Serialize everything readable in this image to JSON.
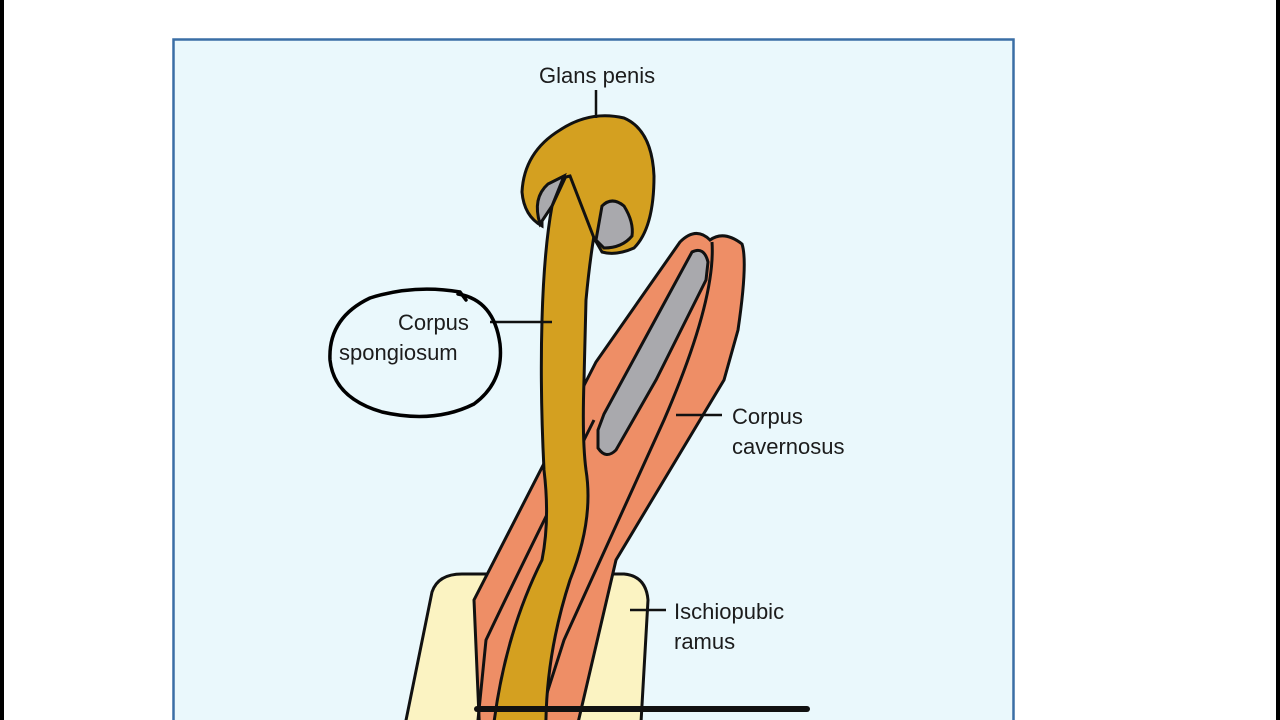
{
  "figure": {
    "labels": {
      "glans_penis": "Glans penis",
      "corpus_spongiosum_line1": "Corpus",
      "corpus_spongiosum_line2": "spongiosum",
      "corpus_cavernosus_line1": "Corpus",
      "corpus_cavernosus_line2": "cavernosus",
      "ischiopubic_ramus_line1": "Ischiopubic",
      "ischiopubic_ramus_line2": "ramus"
    },
    "colors": {
      "panel_background": "#eaf8fc",
      "panel_border": "#3a6ea5",
      "spongiosum_fill": "#d4a020",
      "cavernosum_fill": "#ee8e66",
      "cavernosum_inner": "#a9a9ad",
      "ramus_fill": "#fbf3c2",
      "outline": "#111111",
      "annotation_circle": "#000000"
    }
  },
  "screen": {
    "home_indicator_color": "#111111"
  }
}
